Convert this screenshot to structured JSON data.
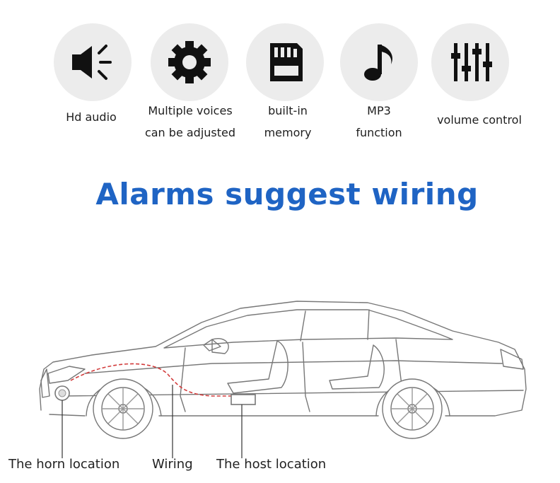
{
  "features": [
    {
      "icon": "speaker-icon",
      "lines": [
        "Hd audio"
      ]
    },
    {
      "icon": "gear-icon",
      "lines": [
        "Multiple voices",
        "can be adjusted"
      ]
    },
    {
      "icon": "memory-card-icon",
      "lines": [
        "built-in",
        "memory"
      ]
    },
    {
      "icon": "music-note-icon",
      "lines": [
        "MP3",
        "function"
      ]
    },
    {
      "icon": "equalizer-icon",
      "lines": [
        "volume control"
      ]
    }
  ],
  "title": "Alarms suggest wiring",
  "locations": {
    "horn": "The horn location",
    "wiring": "Wiring",
    "host": "The host location"
  },
  "colors": {
    "accent": "#1f64c4",
    "wire": "#d23c3c",
    "circle": "#ececec"
  }
}
